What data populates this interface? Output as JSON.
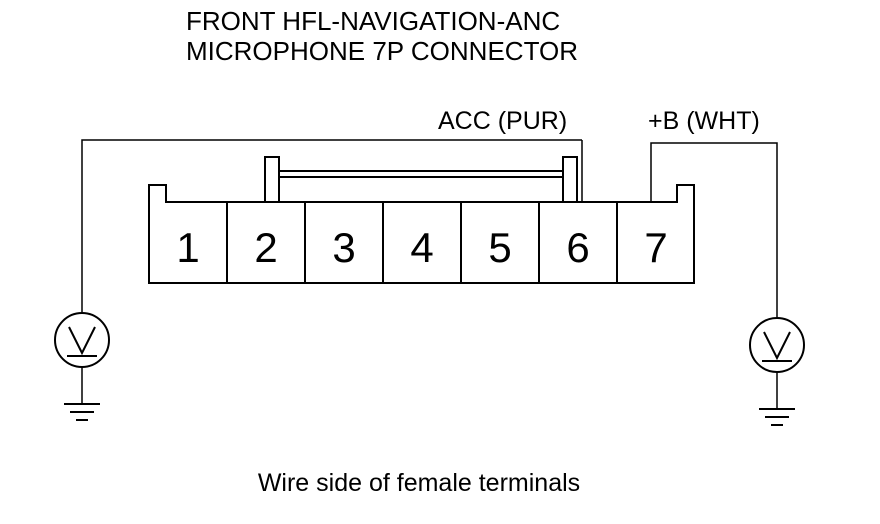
{
  "title": {
    "line1": "FRONT HFL-NAVIGATION-ANC",
    "line2": "MICROPHONE 7P CONNECTOR"
  },
  "wires": {
    "acc_label": "ACC (PUR)",
    "b_label": "+B (WHT)"
  },
  "connector": {
    "pins": [
      "1",
      "2",
      "3",
      "4",
      "5",
      "6",
      "7"
    ]
  },
  "meters": {
    "left_icon": "voltmeter-icon",
    "right_icon": "voltmeter-icon"
  },
  "caption": "Wire side of female terminals"
}
